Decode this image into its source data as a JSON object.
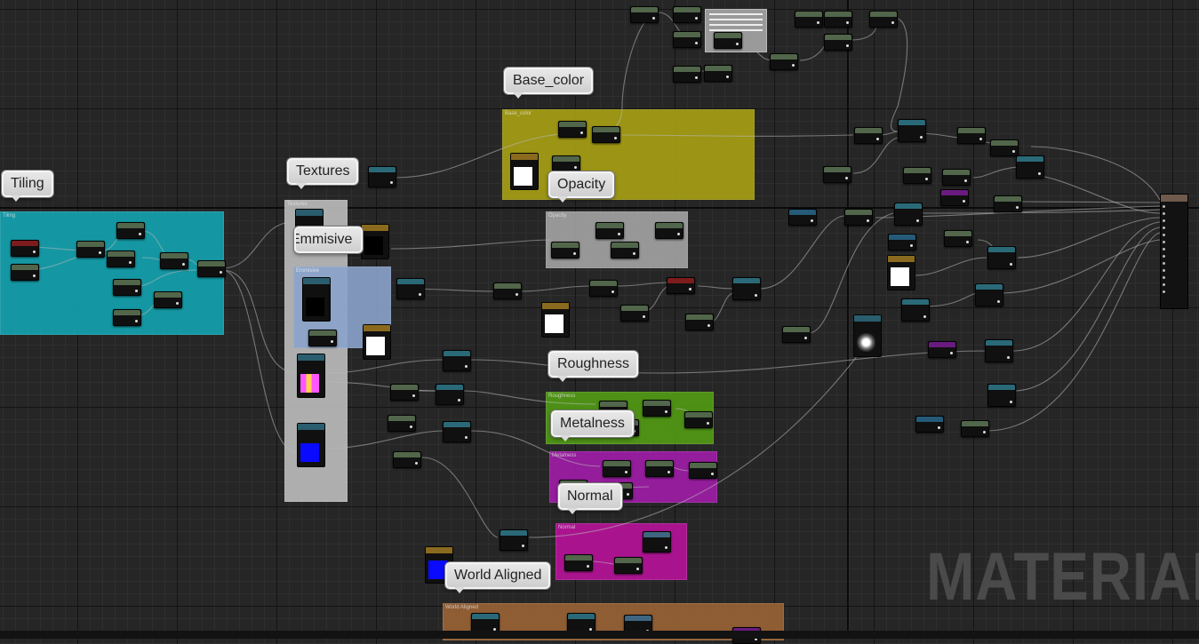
{
  "editor": {
    "graph_label": "MATERIAL",
    "comment_bubbles": [
      {
        "id": "tiling",
        "text": "Tiling"
      },
      {
        "id": "textures",
        "text": "Textures"
      },
      {
        "id": "emmisive",
        "text": "Emmisive"
      },
      {
        "id": "base_color",
        "text": "Base_color"
      },
      {
        "id": "opacity",
        "text": "Opacity"
      },
      {
        "id": "roughness",
        "text": "Roughness"
      },
      {
        "id": "metalness",
        "text": "Metalness"
      },
      {
        "id": "normal",
        "text": "Normal"
      },
      {
        "id": "world_aligned",
        "text": "World Aligned"
      }
    ],
    "comment_boxes": [
      {
        "id": "tiling",
        "title": "Tiling",
        "color": "#11a7b5"
      },
      {
        "id": "textures",
        "title": "Textures",
        "color": "#d9d9d9"
      },
      {
        "id": "emmisive",
        "title": "Emmisive",
        "color": "#7c97c2"
      },
      {
        "id": "base_color",
        "title": "Base_color",
        "color": "#a39c11"
      },
      {
        "id": "opacity",
        "title": "Opacity",
        "color": "#9a9a9a"
      },
      {
        "id": "roughness",
        "title": "Roughness",
        "color": "#4e9613"
      },
      {
        "id": "metalness",
        "title": "Metalness",
        "color": "#9a1aa0"
      },
      {
        "id": "normal",
        "title": "Normal",
        "color": "#b0128f"
      },
      {
        "id": "world_aligned",
        "title": "World Aligned",
        "color": "#a66a3b"
      }
    ]
  }
}
